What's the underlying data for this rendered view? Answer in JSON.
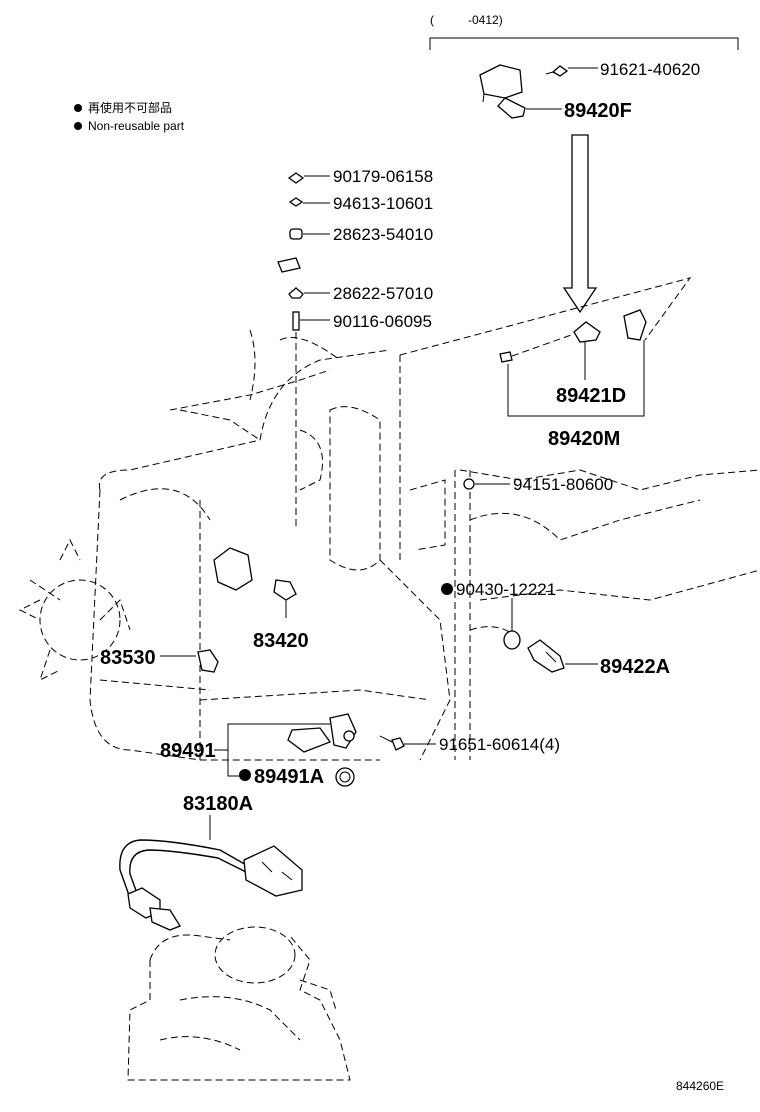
{
  "legend": {
    "japanese": "再使用不可部品",
    "english": "Non-reusable part"
  },
  "applicability": {
    "open_paren": "(",
    "range": "-0412)"
  },
  "parts": {
    "p91621_40620": "91621-40620",
    "p89420F": "89420F",
    "p90179_06158": "90179-06158",
    "p94613_10601": "94613-10601",
    "p28623_54010": "28623-54010",
    "p28622_57010": "28622-57010",
    "p90116_06095": "90116-06095",
    "p89421D": "89421D",
    "p89420M": "89420M",
    "p94151_80600": "94151-80600",
    "p90430_12221": "90430-12221",
    "p83420": "83420",
    "p83530": "83530",
    "p89422A": "89422A",
    "p89491": "89491",
    "p91651_60614": "91651-60614(4)",
    "p89491A": "89491A",
    "p83180A": "83180A"
  },
  "figure_id": "844260E"
}
